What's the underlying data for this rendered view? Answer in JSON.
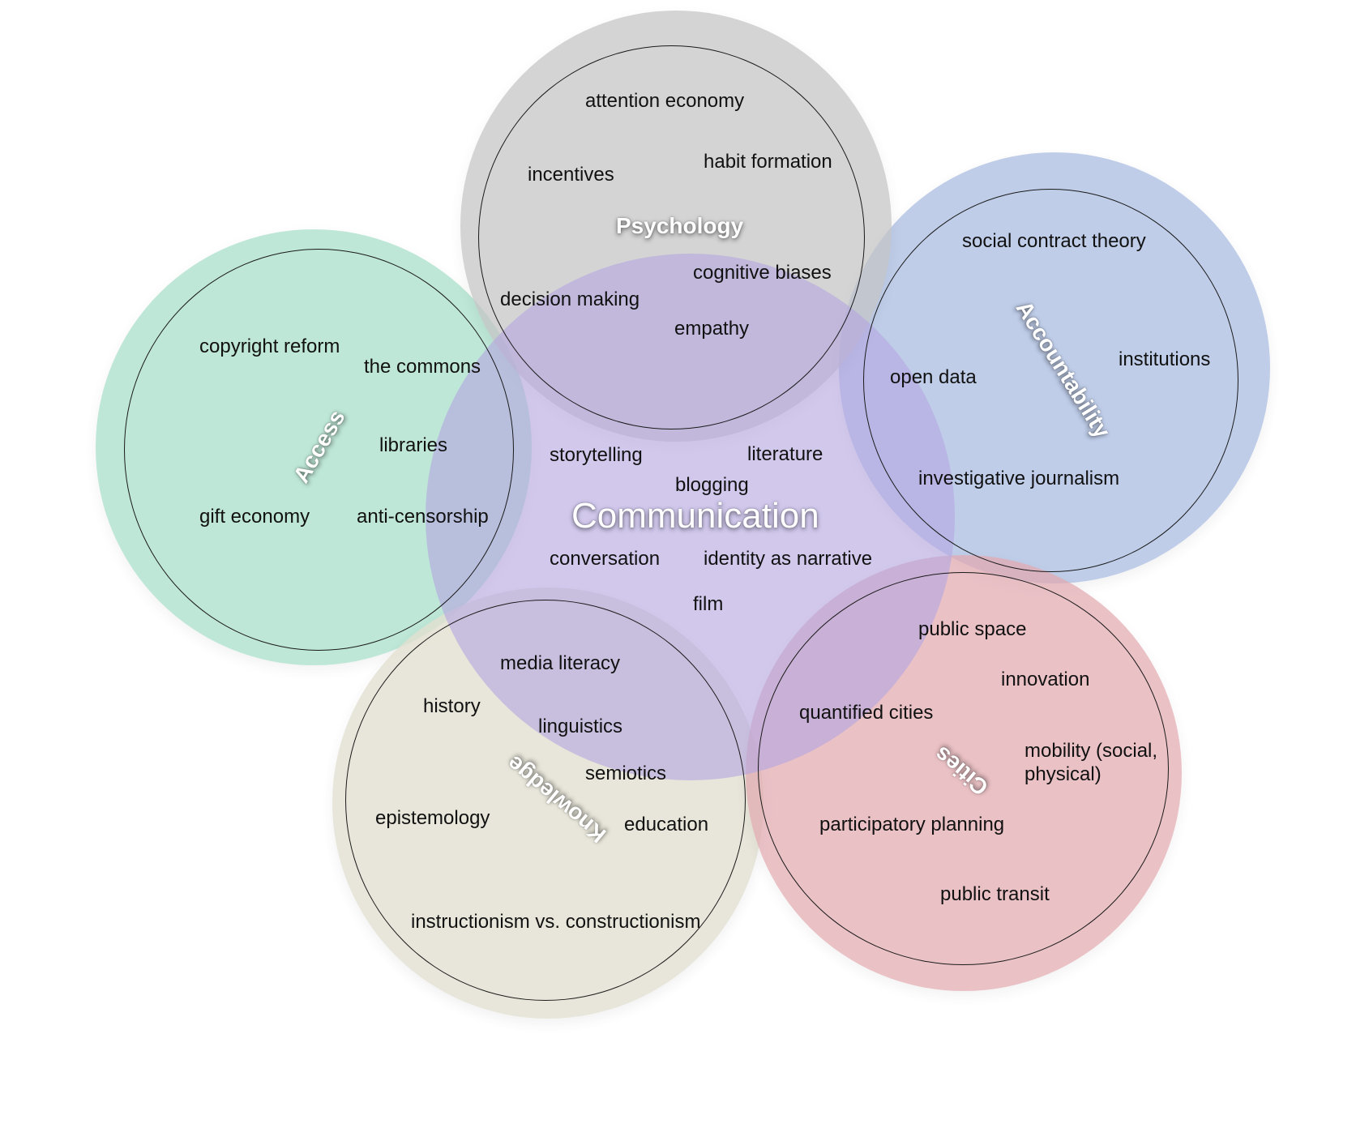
{
  "center": {
    "label": "Communication",
    "items": [
      "storytelling",
      "literature",
      "blogging",
      "conversation",
      "identity as narrative",
      "film"
    ]
  },
  "groups": {
    "psychology": {
      "label": "Psychology",
      "color": "#c4c4c4",
      "items": [
        "attention economy",
        "habit formation",
        "incentives",
        "cognitive biases",
        "decision making",
        "empathy"
      ]
    },
    "accountability": {
      "label": "Accountability",
      "color": "#aebfe3",
      "items": [
        "social contract theory",
        "institutions",
        "open data",
        "investigative journalism"
      ]
    },
    "access": {
      "label": "Access",
      "color": "#a6dfc8",
      "items": [
        "copyright reform",
        "the commons",
        "libraries",
        "gift economy",
        "anti-censorship"
      ]
    },
    "knowledge": {
      "label": "Knowledge",
      "color": "#e2e0d0",
      "items": [
        "media literacy",
        "history",
        "linguistics",
        "semiotics",
        "epistemology",
        "education",
        "instructionism vs. constructionism"
      ]
    },
    "cities": {
      "label": "Cities",
      "color": "#e2aab0",
      "items": [
        "public space",
        "innovation",
        "quantified cities",
        "mobility (social,",
        "physical)",
        "participatory planning",
        "public transit"
      ]
    }
  },
  "colors": {
    "communication": "#b5a6e0"
  }
}
